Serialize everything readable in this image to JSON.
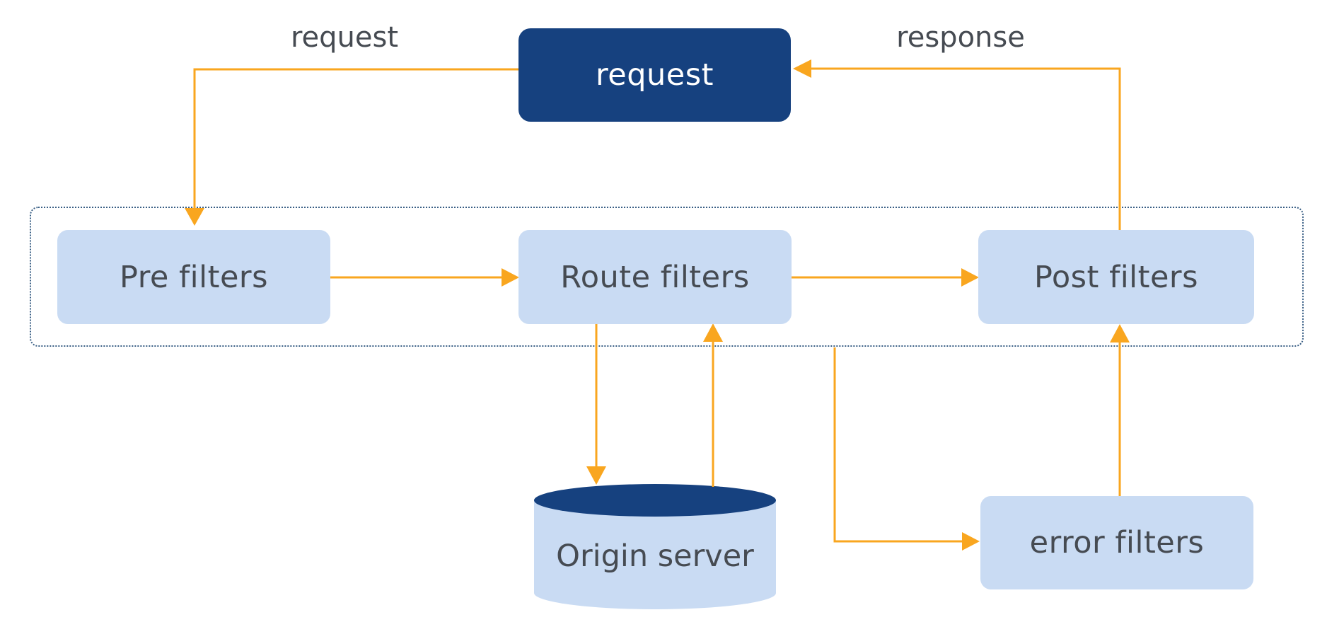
{
  "colors": {
    "navy": "#16417f",
    "light_blue": "#c9dbf3",
    "orange": "#f9a61f",
    "text_dark": "#464b52",
    "text_light": "#ffffff",
    "dashed_border": "#3a5f85",
    "canvas_bg": "#ffffff"
  },
  "nodes": {
    "request_box": {
      "label": "request"
    },
    "pre_filters": {
      "label": "Pre filters"
    },
    "route_filters": {
      "label": "Route filters"
    },
    "post_filters": {
      "label": "Post filters"
    },
    "error_filters": {
      "label": "error filters"
    },
    "origin_server": {
      "label": "Origin server"
    }
  },
  "edge_labels": {
    "request": "request",
    "response": "response"
  }
}
